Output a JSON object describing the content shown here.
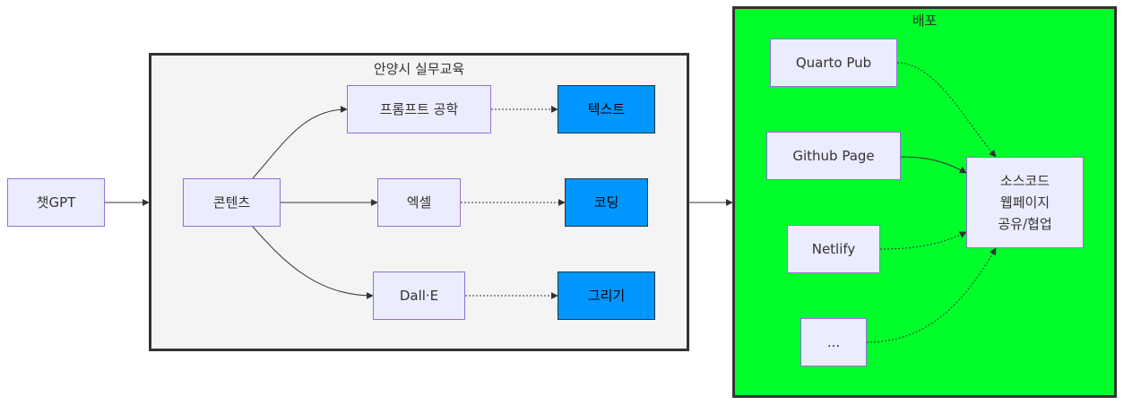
{
  "subgraphs": {
    "education": {
      "title": "안양시 실무교육",
      "fill": "#F4F4F4"
    },
    "deploy": {
      "title": "배포",
      "fill": "#00FF2A"
    }
  },
  "nodes": {
    "chatgpt": "챗GPT",
    "content": "콘텐츠",
    "prompt": "프롬프트 공학",
    "excel": "엑셀",
    "dalle": "Dall·E",
    "text": "텍스트",
    "coding": "코딩",
    "drawing": "그리기",
    "quarto": "Quarto Pub",
    "github": "Github Page",
    "netlify": "Netlify",
    "etc": "...",
    "target": [
      "소스코드",
      "웹페이지",
      "공유/협업"
    ]
  },
  "colors": {
    "node_fill": "#ECECFF",
    "node_border": "#9370DB",
    "output_fill": "#0096FF",
    "edge": "#333333"
  }
}
